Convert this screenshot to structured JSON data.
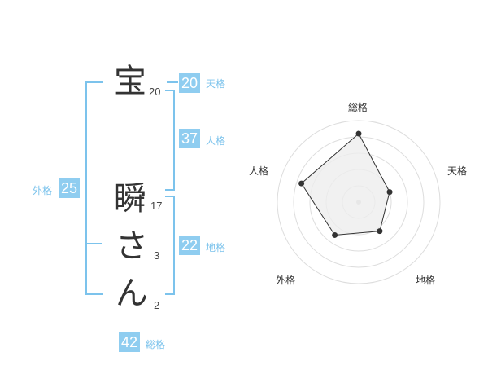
{
  "name": {
    "chars": [
      {
        "char": "宝",
        "strokes": "20"
      },
      {
        "char": "瞬",
        "strokes": "17"
      },
      {
        "char": "さ",
        "strokes": "3"
      },
      {
        "char": "ん",
        "strokes": "2"
      }
    ]
  },
  "kaku": {
    "tenkaku": {
      "label": "天格",
      "value": "20"
    },
    "jinkaku": {
      "label": "人格",
      "value": "37"
    },
    "chikaku": {
      "label": "地格",
      "value": "22"
    },
    "gaikaku": {
      "label": "外格",
      "value": "25"
    },
    "soukaku": {
      "label": "総格",
      "value": "42"
    }
  },
  "chart_data": {
    "type": "radar",
    "axes": [
      "総格",
      "天格",
      "地格",
      "外格",
      "人格"
    ],
    "values": [
      42,
      20,
      22,
      25,
      37
    ],
    "rings": 5,
    "fill_color": "#eeeeee",
    "line_color": "#333333"
  },
  "colors": {
    "accent": "#8fcdf0",
    "bracket": "#7cc3ec",
    "text": "#333333"
  }
}
